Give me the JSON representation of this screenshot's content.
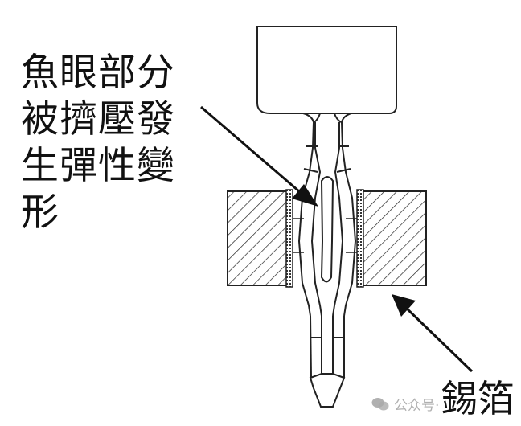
{
  "diagram": {
    "type": "press-fit-pin-cross-section",
    "labels": {
      "eye_of_needle": {
        "lines": [
          "魚眼部分",
          "被擠壓發",
          "生彈性變",
          "形"
        ],
        "meaning": "Eye-of-needle section is squeezed and elastically deformed"
      },
      "tin_foil": {
        "text": "錫箔",
        "meaning": "Tin foil / plating"
      }
    },
    "components": [
      "pin-head",
      "neck-beams",
      "eye-of-needle-compliant-section",
      "pcb-left-block",
      "pcb-right-block",
      "plated-through-hole-wall",
      "pin-tip"
    ],
    "arrows": [
      {
        "name": "eye-deformation-arrow",
        "from": "label-eye",
        "to": "eye-slot"
      },
      {
        "name": "tin-foil-arrow",
        "from": "label-tin-foil",
        "to": "plating-right"
      }
    ]
  },
  "watermark": {
    "icon": "wechat-icon",
    "text": "公众号·"
  }
}
